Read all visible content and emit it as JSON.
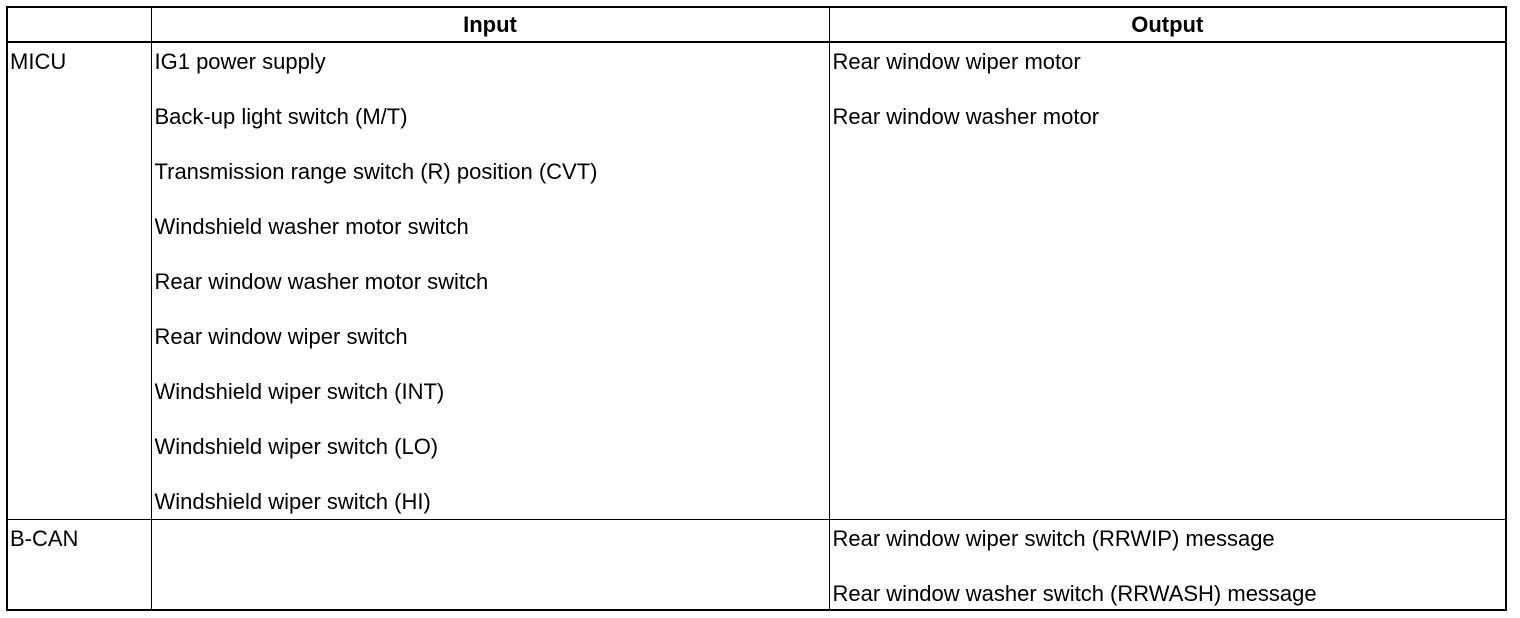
{
  "header": {
    "col1": "",
    "col2": "Input",
    "col3": "Output"
  },
  "rows": [
    {
      "label": "MICU",
      "inputs": [
        "IG1 power supply",
        "Back-up light switch (M/T)",
        "Transmission range switch (R) position (CVT)",
        "Windshield washer motor switch",
        "Rear window washer motor switch",
        "Rear window wiper switch",
        "Windshield wiper switch (INT)",
        "Windshield wiper switch (LO)",
        "Windshield wiper switch (HI)"
      ],
      "outputs": [
        "Rear window wiper motor",
        "Rear window washer motor"
      ]
    },
    {
      "label": "B-CAN",
      "inputs": [],
      "outputs": [
        "Rear window wiper switch (RRWIP) message",
        "Rear window washer switch (RRWASH) message"
      ]
    }
  ]
}
